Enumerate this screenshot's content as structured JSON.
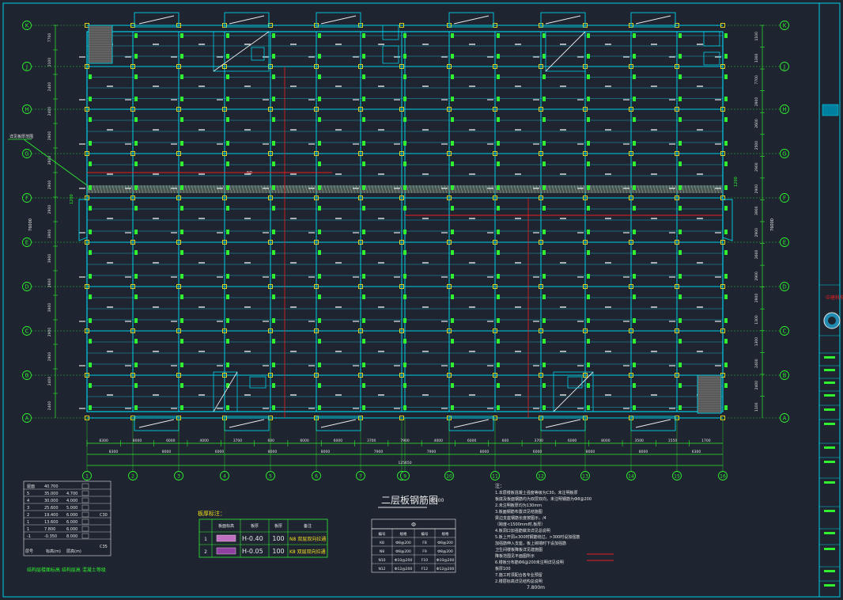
{
  "drawing": {
    "title": "二层板钢筋图",
    "scale": "1:100"
  },
  "grid_axes": {
    "rows": [
      "K",
      "J",
      "H",
      "G",
      "F",
      "E",
      "D",
      "C",
      "B",
      "A"
    ],
    "columns": [
      "1",
      "2",
      "3",
      "4",
      "5",
      "6",
      "7",
      "8",
      "9",
      "10",
      "11",
      "12",
      "13",
      "14",
      "15",
      "16"
    ]
  },
  "dimensions": {
    "top_row": [
      "8300",
      "8000",
      "6000",
      "4000",
      "3700",
      "600",
      "6000",
      "6000",
      "3700",
      "7900",
      "4000",
      "6000",
      "600",
      "3700",
      "6000",
      "8000",
      "3500",
      "1550",
      "1700"
    ],
    "second_row": [
      "8300",
      "8000",
      "6000",
      "8000",
      "8000",
      "7900",
      "7900",
      "8000",
      "6000",
      "8000",
      "8000",
      "6300"
    ],
    "total": "125650",
    "left_side": [
      "7700",
      "2100",
      "2400",
      "2400",
      "2900",
      "2600",
      "2900",
      "2900",
      "3900",
      "3900",
      "2600",
      "3900",
      "2900",
      "2900",
      "2400",
      "2400"
    ],
    "right_side": [
      "1100",
      "1300",
      "7700",
      "2900",
      "2600",
      "2500",
      "2900",
      "2900",
      "3900",
      "2900",
      "2600",
      "2900",
      "2900",
      "1300",
      "1300",
      "2400",
      "2400",
      "1100"
    ],
    "side_total": "76000",
    "band_marks": [
      "1200",
      "1200"
    ]
  },
  "floor_table": {
    "headers": [
      "层号",
      "标高(m)",
      "层高(m)"
    ],
    "rows": [
      {
        "floor": "屋面",
        "elev": "40.700",
        "height": ""
      },
      {
        "floor": "5",
        "elev": "35.000",
        "height": "4.700"
      },
      {
        "floor": "4",
        "elev": "30.000",
        "height": "4.000"
      },
      {
        "floor": "3",
        "elev": "25.600",
        "height": "5.000"
      },
      {
        "floor": "2",
        "elev": "19.400",
        "height": "6.000"
      },
      {
        "floor": "1",
        "elev": "13.600",
        "height": "6.000"
      },
      {
        "floor": "1",
        "elev": "7.800",
        "height": "6.000"
      },
      {
        "floor": "-1",
        "elev": "-0.350",
        "height": "8.000"
      }
    ],
    "side_marks": [
      "C30",
      "C35"
    ],
    "caption": "结构层楼面标高  结构层高  混凝土等级"
  },
  "legend_table": {
    "title": "板厚标注：",
    "headers": [
      "板面标高",
      "板厚",
      "板厚",
      "备注"
    ],
    "rows": [
      {
        "no": "1",
        "elev": "H-0.40",
        "thickness": "100",
        "note": "N8 双层双向拉通",
        "swatch": "#c070c0"
      },
      {
        "no": "2",
        "elev": "H-0.05",
        "thickness": "100",
        "note": "K8 双层双向拉通",
        "swatch": "#9040a0"
      }
    ]
  },
  "rebar_table": {
    "headers": [
      "编号",
      "规格",
      "编号",
      "规格"
    ],
    "rows": [
      [
        "K8",
        "Ф8@200",
        "F8",
        "Ф8@200"
      ],
      [
        "N8",
        "Ф8@200",
        "F9",
        "Ф8@200"
      ],
      [
        "N10",
        "Ф10@200",
        "F10",
        "Ф10@200"
      ],
      [
        "N12",
        "Ф12@200",
        "F12",
        "Ф12@200"
      ]
    ]
  },
  "notes": {
    "heading": "注：",
    "lines": [
      "1.本层楼板混凝土强度等级为C30，未注明板厚",
      "  板底及板面钢筋均为双层双向，未注明钢筋为Ф8@200",
      "2.未注明板厚均为130mm",
      "3.板面钢筋布置详见结施图",
      "  梁边支座钢筋长度按图示，/4",
      "  （跨度<1500mm时,板厚）",
      "4.板洞口加强筋做法详见总说明",
      "5.板上开洞≤300时钢筋绕过，>300时设加强筋",
      "  加强筋伸入支座，板上砌墙时下设加强筋",
      "  卫生间楼板降板详见建施图",
      "  降板范围见平面图所示",
      "6.楼板分布筋Ф6@200未注明详见说明",
      "  板厚100",
      "7.施工时须配合各专业预留",
      "  2.楼层标高详见结构总说明"
    ],
    "elevation": "7.800m"
  },
  "title_block": {
    "logo_text": "中建科技",
    "cells": [
      "",
      "",
      "",
      "",
      "",
      "",
      "",
      "",
      "",
      "",
      "",
      "",
      ""
    ]
  },
  "labels": {
    "left_callout": "详见板厚范围",
    "center_band": "N8"
  },
  "colors": {
    "background": "#1e2430",
    "grid_line": "#00d0e8",
    "axis_green": "#30f030",
    "dimension": "#30f030",
    "text_white": "#e8e8e8",
    "red_line": "#e82020",
    "yellow_marker": "#f0e020",
    "magenta": "#c040c0"
  }
}
